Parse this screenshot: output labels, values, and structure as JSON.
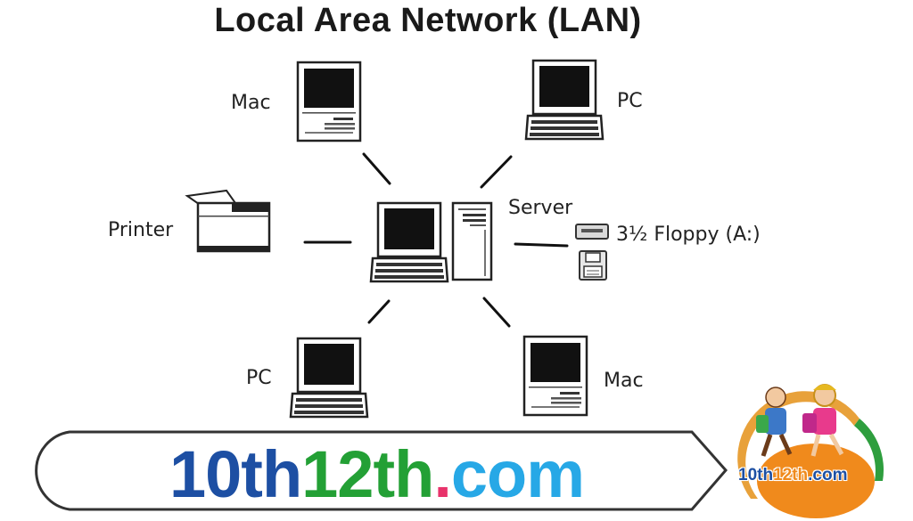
{
  "diagram": {
    "title": "Local Area Network (LAN)",
    "nodes": {
      "mac_top": "Mac",
      "pc_top": "PC",
      "printer": "Printer",
      "server": "Server",
      "floppy": "3½ Floppy (A:)",
      "pc_bottom": "PC",
      "mac_bottom": "Mac"
    }
  },
  "banner": {
    "part1": "10th",
    "part2": "12th",
    "dot": ".",
    "part3": "com",
    "colors": {
      "part1": "#1d4fa3",
      "part2": "#23a035",
      "dot": "#e8336b",
      "part3": "#27a8e6"
    }
  },
  "logo": {
    "part1": "10th",
    "part2": "12th",
    "part3": ".com",
    "colors": {
      "part1": "#1d4fa3",
      "part2": "#f08a1c",
      "part3": "#1d4fa3"
    }
  }
}
